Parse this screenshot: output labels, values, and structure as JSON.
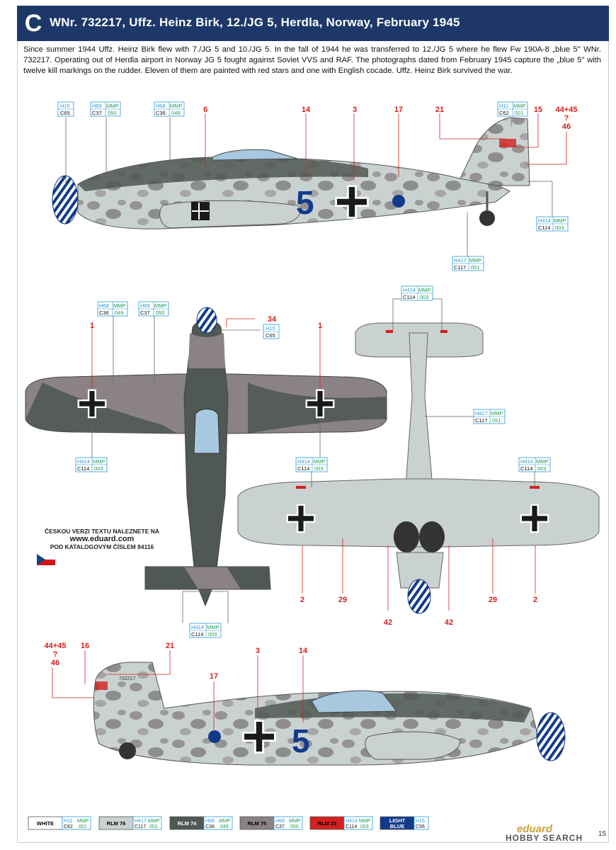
{
  "header": {
    "badge": "C",
    "title": "WNr. 732217, Uffz. Heinz Birk, 12./JG 5, Herdla, Norway, February 1945"
  },
  "description": "Since summer 1944 Uffz. Heinz Birk flew with 7./JG 5 and 10./JG 5. In the fall of 1944 he was transferred to 12./JG 5 where he flew Fw 190A-8 „blue 5\" WNr. 732217. Operating out of Herdla airport in Norway JG 5 fought against Soviet VVS and RAF. The photographs dated from February 1945 capture the „blue 5\" with twelve kill markings on the rudder. Eleven of them are painted with red stars and one with English cocade. Uffz. Heinz Birk survived the war.",
  "czech_note": {
    "line1": "ČESKOU VERZI TEXTU NALEZNETE NA",
    "url": "www.eduard.com",
    "line3": "POD KATALOGOVÝM ČÍSLEM 84116"
  },
  "callouts": {
    "n1": "1",
    "n2": "2",
    "n3": "3",
    "n6": "6",
    "n14": "14",
    "n15": "15",
    "n16": "16",
    "n17": "17",
    "n21": "21",
    "n29": "29",
    "n34": "34",
    "n42": "42",
    "n44": "44+45",
    "nq": "?",
    "n46": "46"
  },
  "color_codes": {
    "h15": "H15",
    "c65": "C65",
    "c56": "C56",
    "h69": "H69",
    "c37": "C37",
    "m050": "050",
    "h68": "H68",
    "c36": "C36",
    "m049": "049",
    "h11": "H11",
    "c62": "C62",
    "m001": "001",
    "h414": "H414",
    "c114": "C114",
    "m003": "003",
    "h417": "H417",
    "c117": "C117",
    "m051": "051",
    "mmp": "MMP"
  },
  "aircraft_markings": {
    "fuselage_number": "5",
    "werknummer": "732217"
  },
  "legend": [
    {
      "name": "WHITE",
      "h": "H11",
      "c": "C62",
      "m": "001",
      "mmp": "MMP",
      "color": "#ffffff",
      "text_color": "#000000"
    },
    {
      "name": "RLM 76",
      "h": "H417",
      "c": "C117",
      "m": "051",
      "mmp": "MMP",
      "color": "#c9d2d0",
      "text_color": "#000000"
    },
    {
      "name": "RLM 74",
      "h": "H68",
      "c": "C36",
      "m": "049",
      "mmp": "MMP",
      "color": "#505853",
      "text_color": "#ffffff"
    },
    {
      "name": "RLM 75",
      "h": "H69",
      "c": "C37",
      "m": "050",
      "mmp": "MMP",
      "color": "#8a8284",
      "text_color": "#000000"
    },
    {
      "name": "RLM 23",
      "h": "H414",
      "c": "C114",
      "m": "003",
      "mmp": "MMP",
      "color": "#d42020",
      "text_color": "#000000"
    },
    {
      "name": "LIGHT BLUE",
      "h": "H15",
      "c": "C56",
      "m": "",
      "mmp": "",
      "color": "#123a8a",
      "text_color": "#ffffff"
    }
  ],
  "colors": {
    "header_bg": "#1d3868",
    "rlm74": "#505853",
    "rlm75": "#8a8284",
    "rlm76": "#c9d2d0",
    "rlm23": "#d42020",
    "blue": "#123a8a",
    "callout_red": "#d42020",
    "code_blue": "#2a9ad8",
    "code_green": "#1b9a55"
  },
  "footer": {
    "logo_eduard": "eduard",
    "logo_hobby": "HOBBY SEARCH",
    "page_number": "15"
  }
}
